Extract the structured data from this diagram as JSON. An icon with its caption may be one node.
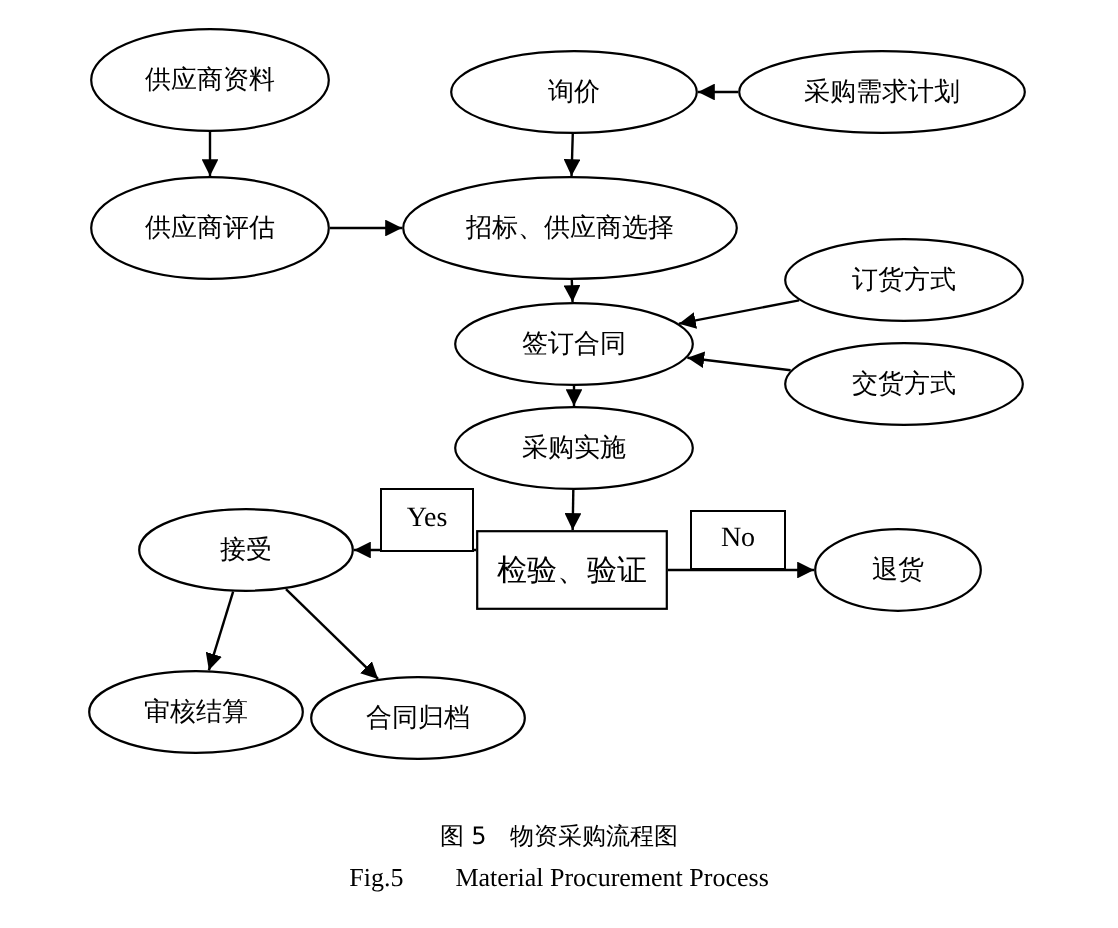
{
  "diagram": {
    "caption": "图 5　物资采购流程图",
    "nodes": [
      {
        "text": [
          "供应商资料"
        ]
      },
      {
        "text": [
          "询价"
        ]
      },
      {
        "text": [
          "采购需求计划"
        ]
      },
      {
        "text": [
          "供应商评估"
        ]
      },
      {
        "text": [
          "招标、供应商选择"
        ]
      },
      {
        "text": [
          "订货方式"
        ]
      },
      {
        "text": [
          "签订合同"
        ]
      },
      {
        "text": [
          "交货方式"
        ]
      },
      {
        "text": [
          "采购实施"
        ]
      },
      {
        "text": [
          "检验、验证"
        ]
      },
      {
        "text": [
          "接受"
        ]
      },
      {
        "text": [
          "退货"
        ]
      },
      {
        "text": [
          "审核结算"
        ]
      },
      {
        "text": [
          "合同归档"
        ]
      }
    ],
    "edges": [
      {
        "from": 0,
        "to": 3,
        "arrow": "to"
      },
      {
        "from": 2,
        "to": 1,
        "arrow": "to"
      },
      {
        "from": 1,
        "to": 4,
        "arrow": "to"
      },
      {
        "from": 3,
        "to": 4,
        "arrow": "to"
      },
      {
        "from": 4,
        "to": 6,
        "arrow": "to"
      },
      {
        "from": 5,
        "to": 6,
        "arrow": "to"
      },
      {
        "from": 7,
        "to": 6,
        "arrow": "to"
      },
      {
        "from": 6,
        "to": 8,
        "arrow": "to"
      },
      {
        "from": 8,
        "to": 9,
        "arrow": "to"
      },
      {
        "from": 9,
        "to": 10,
        "arrow": "to",
        "label": "Yes"
      },
      {
        "from": 9,
        "to": 11,
        "arrow": "to",
        "label": "No"
      },
      {
        "from": 10,
        "to": 12,
        "arrow": "to"
      },
      {
        "from": 10,
        "to": 13,
        "arrow": "to"
      }
    ],
    "labels": [
      "Fig.5　　Material Procurement Process"
    ]
  }
}
